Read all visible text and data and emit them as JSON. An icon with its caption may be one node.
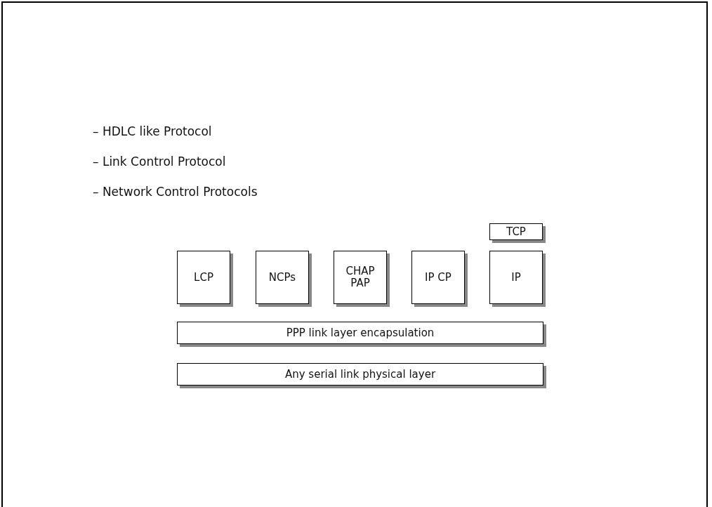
{
  "diagram": {
    "nodes": [
      {
        "text": [
          "LCP"
        ]
      },
      {
        "text": [
          "NCPs"
        ]
      },
      {
        "text": [
          "CHAP PAP"
        ]
      },
      {
        "text": [
          "IP CP"
        ]
      },
      {
        "text": [
          "TCP"
        ]
      },
      {
        "text": [
          "IP"
        ]
      },
      {
        "text": [
          "PPP link layer encapsulation"
        ]
      },
      {
        "text": [
          "Any serial link physical layer"
        ]
      }
    ],
    "labels": [
      "– HDLC like Protocol",
      "– Link Control Protocol",
      "– Network Control Protocols"
    ]
  }
}
